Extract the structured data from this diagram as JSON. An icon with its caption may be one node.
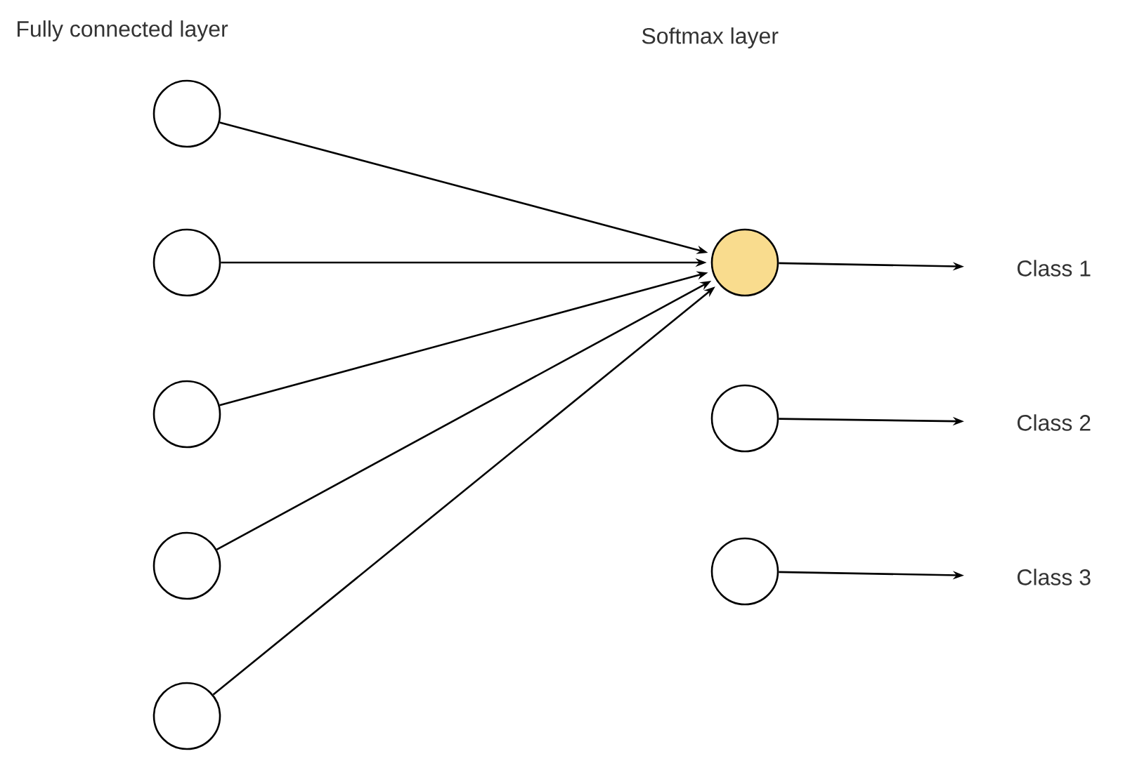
{
  "diagram": {
    "nodes": [
      {
        "text": [],
        "shape": "circle"
      },
      {
        "text": [],
        "shape": "circle"
      },
      {
        "text": [],
        "shape": "circle"
      },
      {
        "text": [],
        "shape": "circle"
      },
      {
        "text": [],
        "shape": "circle"
      },
      {
        "text": [],
        "shape": "circle"
      },
      {
        "text": [],
        "shape": "circle"
      },
      {
        "text": [],
        "shape": "circle"
      },
      {
        "text": [
          "Class 1"
        ]
      },
      {
        "text": [
          "Class 2"
        ]
      },
      {
        "text": [
          "Class 3"
        ]
      }
    ],
    "edges": [
      {
        "from": 0,
        "to": 5,
        "arrow": "to"
      },
      {
        "from": 1,
        "to": 5,
        "arrow": "to"
      },
      {
        "from": 2,
        "to": 5,
        "arrow": "to"
      },
      {
        "from": 3,
        "to": 5,
        "arrow": "to"
      },
      {
        "from": 4,
        "to": 5,
        "arrow": "to"
      },
      {
        "from": 5,
        "to": 8,
        "arrow": "to"
      },
      {
        "from": 6,
        "to": 9,
        "arrow": "to"
      },
      {
        "from": 7,
        "to": 10,
        "arrow": "to"
      }
    ],
    "labels": [
      "Fully connected layer",
      "Softmax layer"
    ]
  }
}
